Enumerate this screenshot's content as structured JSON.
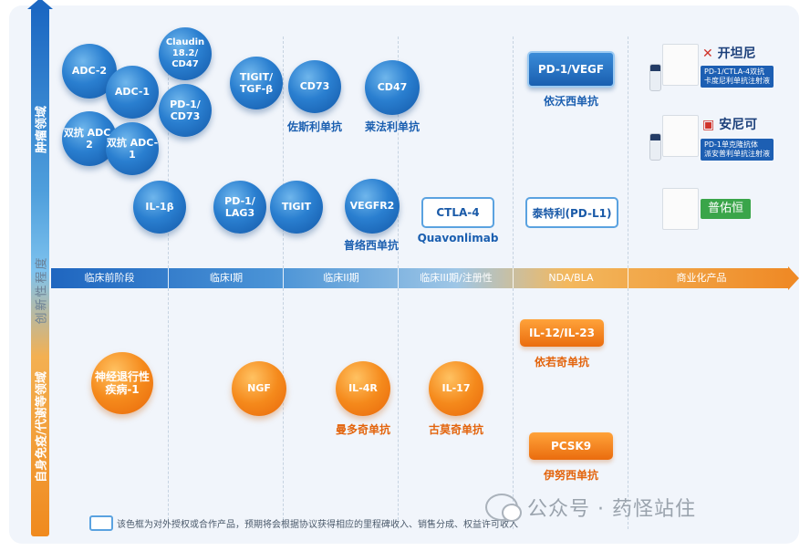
{
  "axis": {
    "top_label": "肿瘤领域",
    "middle_label": "创新性程度",
    "bottom_label": "自身免疫/代谢等领域"
  },
  "stages": [
    "临床前阶段",
    "临床I期",
    "临床II期",
    "临床III期/注册性",
    "NDA/BLA",
    "商业化产品"
  ],
  "oncology": {
    "bubbles": [
      "ADC-2",
      "ADC-1",
      "Claudin 18.2/ CD47",
      "双抗 ADC-2",
      "双抗 ADC-1",
      "PD-1/ CD73",
      "TIGIT/ TGF-β",
      "CD73",
      "CD47",
      "IL-1β",
      "PD-1/ LAG3",
      "TIGIT",
      "VEGFR2"
    ],
    "captions": {
      "cd73": "佐斯利单抗",
      "cd47": "莱法利单抗",
      "vegfr2": "普络西单抗"
    },
    "ctla4": {
      "label": "CTLA-4",
      "caption": "Quavonlimab"
    },
    "pd1_vegf": {
      "label": "PD-1/VEGF",
      "caption": "依沃西单抗"
    },
    "pdl1": {
      "label": "泰特利(PD-L1)"
    }
  },
  "immunology": {
    "bubbles": [
      "神经退行性 疾病-1",
      "NGF",
      "IL-4R",
      "IL-17"
    ],
    "captions": {
      "il4r": "曼多奇单抗",
      "il17": "古莫奇单抗"
    },
    "il12": {
      "label": "IL-12/IL-23",
      "caption": "依若奇单抗"
    },
    "pcsk9": {
      "label": "PCSK9",
      "caption": "伊努西单抗"
    }
  },
  "products": [
    {
      "brand": "开坦尼",
      "tag_line1": "PD-1/CTLA-4双抗",
      "tag_line2": "卡度尼利单抗注射液",
      "icon": "kaitanni-logo-icon"
    },
    {
      "brand": "安尼可",
      "tag_line1": "PD-1单克隆抗体",
      "tag_line2": "派安普利单抗注射液",
      "icon": "annike-logo-icon"
    },
    {
      "brand": "普佑恒",
      "icon": "puyouheng-logo-icon"
    }
  ],
  "legend": "该色框为对外授权或合作产品，预期将会根据协议获得相应的里程碑收入、销售分成、权益许可收入",
  "watermark": {
    "text": "公众号 · 药怪站住",
    "icon": "wechat-icon"
  },
  "colors": {
    "blue": "#1b67c2",
    "orange": "#f08a1e"
  }
}
